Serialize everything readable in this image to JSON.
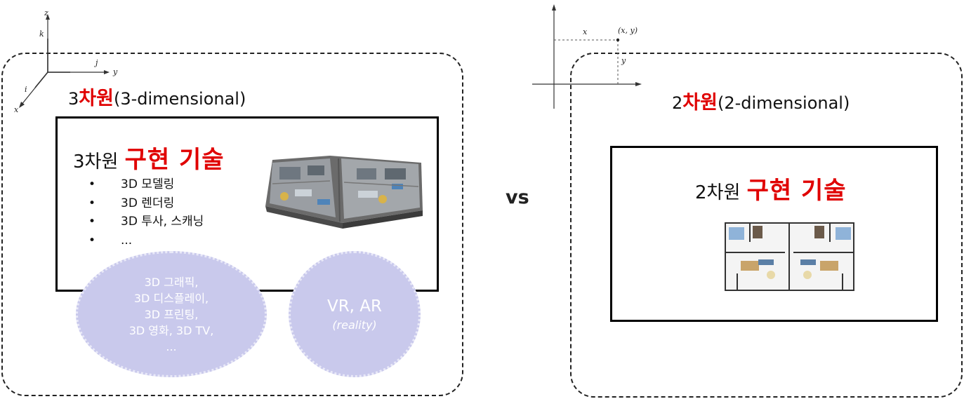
{
  "left_panel": {
    "title_num": "3",
    "title_ko": "차원",
    "title_en": "(3-dimensional)",
    "axes": {
      "z": "z",
      "k": "k",
      "j": "j",
      "y": "y",
      "i": "i",
      "x": "x"
    },
    "box": {
      "heading_pre": "3차원",
      "heading_hl": "구현 기술",
      "bullets": [
        "3D 모델링",
        "3D 렌더링",
        "3D 투사, 스캐닝",
        "..."
      ]
    },
    "ellipse_graphics": {
      "lines": [
        "3D 그래픽,",
        "3D 디스플레이,",
        "3D 프린팅,",
        "3D 영화, 3D TV,",
        "..."
      ]
    },
    "ellipse_vr": {
      "line1": "VR, AR",
      "line2": "(reality)"
    }
  },
  "vs_label": "vs",
  "right_panel": {
    "title_num": "2",
    "title_ko": "차원",
    "title_en": "(2-dimensional)",
    "axes": {
      "x": "x",
      "y": "y",
      "point": "(x, y)"
    },
    "box": {
      "heading_pre": "2차원",
      "heading_hl": "구현 기술"
    }
  },
  "colors": {
    "accent_red": "#e00000",
    "ellipse_fill": "#c9c9ec"
  }
}
